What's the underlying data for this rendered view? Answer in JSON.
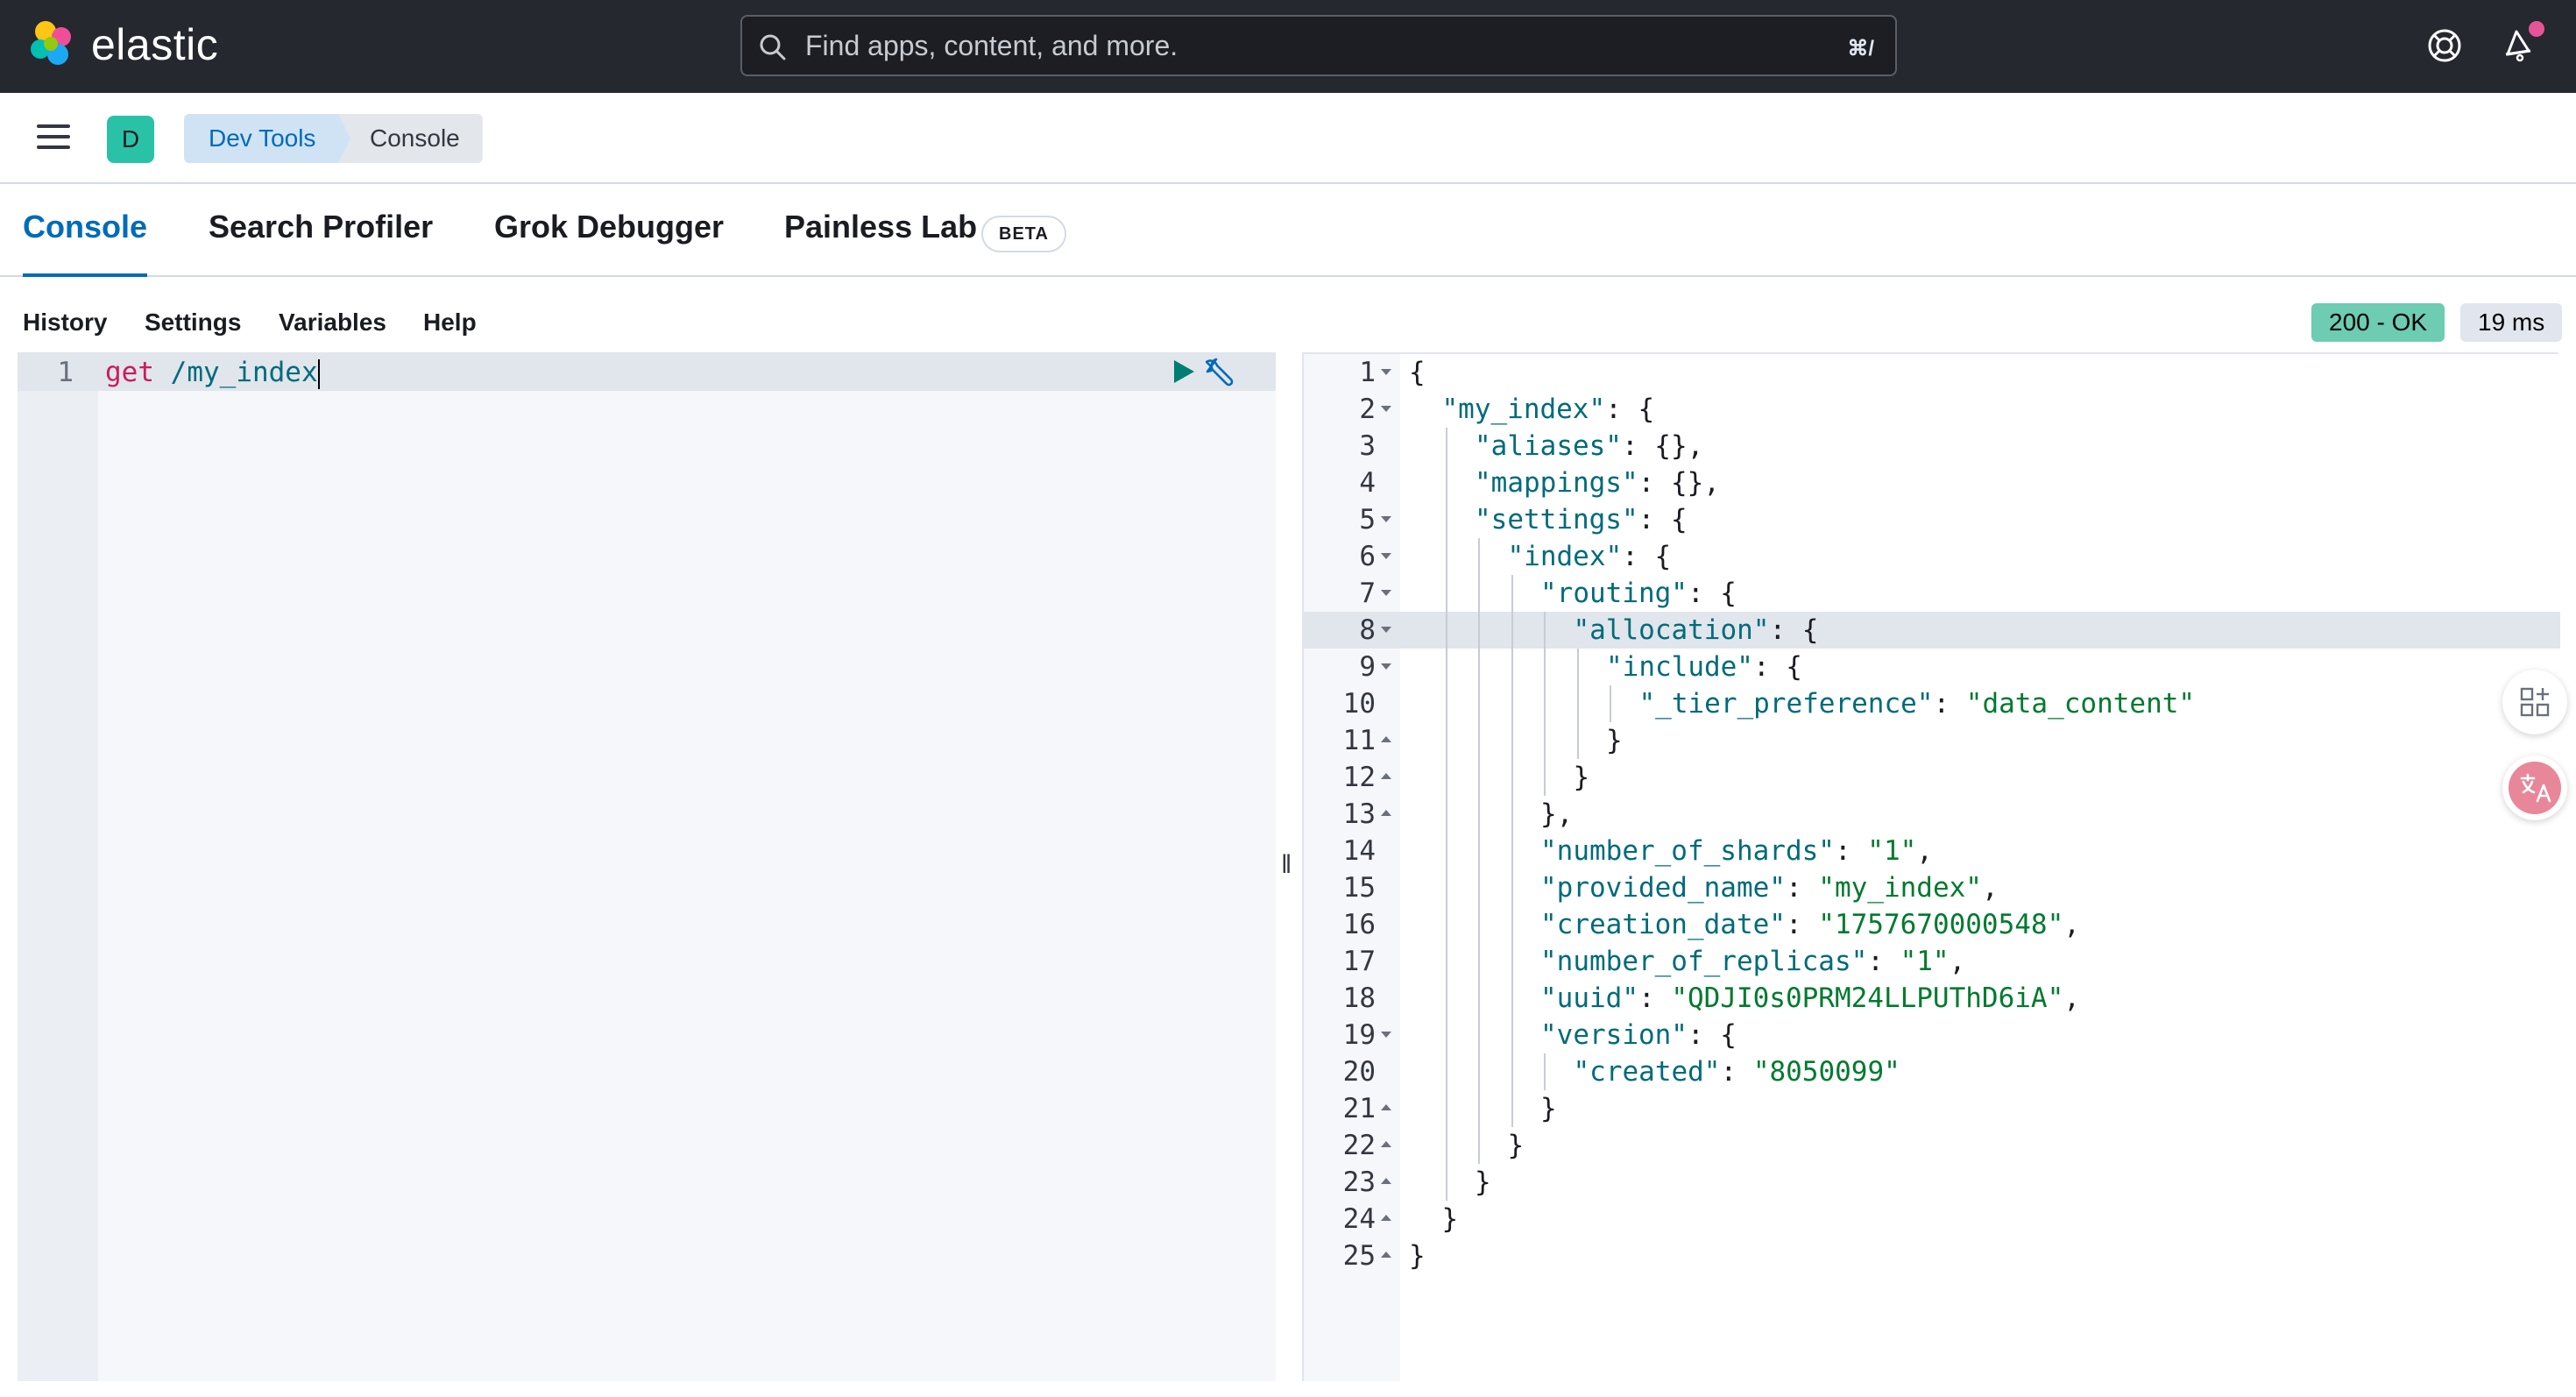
{
  "header": {
    "brand": "elastic",
    "search_placeholder": "Find apps, content, and more.",
    "search_shortcut": "⌘/"
  },
  "breadcrumb": {
    "space_initial": "D",
    "items": [
      "Dev Tools",
      "Console"
    ]
  },
  "tabs": [
    {
      "label": "Console",
      "active": true
    },
    {
      "label": "Search Profiler",
      "active": false
    },
    {
      "label": "Grok Debugger",
      "active": false
    },
    {
      "label": "Painless Lab",
      "active": false,
      "badge": "BETA"
    }
  ],
  "console_toolbar": {
    "items": [
      "History",
      "Settings",
      "Variables",
      "Help"
    ],
    "status": "200 - OK",
    "duration": "19 ms"
  },
  "request_editor": {
    "line_number": "1",
    "method": "get",
    "path": " /my_index"
  },
  "response_editor": {
    "active_line": 8,
    "lines": [
      {
        "n": "1",
        "fold": "open",
        "depth": 0,
        "parts": [
          [
            "p",
            "{"
          ]
        ]
      },
      {
        "n": "2",
        "fold": "open",
        "depth": 1,
        "parts": [
          [
            "k",
            "\"my_index\""
          ],
          [
            "p",
            ": {"
          ]
        ]
      },
      {
        "n": "3",
        "fold": "",
        "depth": 2,
        "parts": [
          [
            "k",
            "\"aliases\""
          ],
          [
            "p",
            ": {},"
          ]
        ]
      },
      {
        "n": "4",
        "fold": "",
        "depth": 2,
        "parts": [
          [
            "k",
            "\"mappings\""
          ],
          [
            "p",
            ": {},"
          ]
        ]
      },
      {
        "n": "5",
        "fold": "open",
        "depth": 2,
        "parts": [
          [
            "k",
            "\"settings\""
          ],
          [
            "p",
            ": {"
          ]
        ]
      },
      {
        "n": "6",
        "fold": "open",
        "depth": 3,
        "parts": [
          [
            "k",
            "\"index\""
          ],
          [
            "p",
            ": {"
          ]
        ]
      },
      {
        "n": "7",
        "fold": "open",
        "depth": 4,
        "parts": [
          [
            "k",
            "\"routing\""
          ],
          [
            "p",
            ": {"
          ]
        ]
      },
      {
        "n": "8",
        "fold": "open",
        "depth": 5,
        "parts": [
          [
            "k",
            "\"allocation\""
          ],
          [
            "p",
            ": {"
          ]
        ]
      },
      {
        "n": "9",
        "fold": "open",
        "depth": 6,
        "parts": [
          [
            "k",
            "\"include\""
          ],
          [
            "p",
            ": {"
          ]
        ]
      },
      {
        "n": "10",
        "fold": "",
        "depth": 7,
        "parts": [
          [
            "k",
            "\"_tier_preference\""
          ],
          [
            "p",
            ": "
          ],
          [
            "s",
            "\"data_content\""
          ]
        ]
      },
      {
        "n": "11",
        "fold": "close",
        "depth": 6,
        "parts": [
          [
            "p",
            "}"
          ]
        ]
      },
      {
        "n": "12",
        "fold": "close",
        "depth": 5,
        "parts": [
          [
            "p",
            "}"
          ]
        ]
      },
      {
        "n": "13",
        "fold": "close",
        "depth": 4,
        "parts": [
          [
            "p",
            "},"
          ]
        ]
      },
      {
        "n": "14",
        "fold": "",
        "depth": 4,
        "parts": [
          [
            "k",
            "\"number_of_shards\""
          ],
          [
            "p",
            ": "
          ],
          [
            "s",
            "\"1\""
          ],
          [
            "p",
            ","
          ]
        ]
      },
      {
        "n": "15",
        "fold": "",
        "depth": 4,
        "parts": [
          [
            "k",
            "\"provided_name\""
          ],
          [
            "p",
            ": "
          ],
          [
            "s",
            "\"my_index\""
          ],
          [
            "p",
            ","
          ]
        ]
      },
      {
        "n": "16",
        "fold": "",
        "depth": 4,
        "parts": [
          [
            "k",
            "\"creation_date\""
          ],
          [
            "p",
            ": "
          ],
          [
            "s",
            "\"1757670000548\""
          ],
          [
            "p",
            ","
          ]
        ]
      },
      {
        "n": "17",
        "fold": "",
        "depth": 4,
        "parts": [
          [
            "k",
            "\"number_of_replicas\""
          ],
          [
            "p",
            ": "
          ],
          [
            "s",
            "\"1\""
          ],
          [
            "p",
            ","
          ]
        ]
      },
      {
        "n": "18",
        "fold": "",
        "depth": 4,
        "parts": [
          [
            "k",
            "\"uuid\""
          ],
          [
            "p",
            ": "
          ],
          [
            "s",
            "\"QDJI0s0PRM24LLPUThD6iA\""
          ],
          [
            "p",
            ","
          ]
        ]
      },
      {
        "n": "19",
        "fold": "open",
        "depth": 4,
        "parts": [
          [
            "k",
            "\"version\""
          ],
          [
            "p",
            ": {"
          ]
        ]
      },
      {
        "n": "20",
        "fold": "",
        "depth": 5,
        "parts": [
          [
            "k",
            "\"created\""
          ],
          [
            "p",
            ": "
          ],
          [
            "s",
            "\"8050099\""
          ]
        ]
      },
      {
        "n": "21",
        "fold": "close",
        "depth": 4,
        "parts": [
          [
            "p",
            "}"
          ]
        ]
      },
      {
        "n": "22",
        "fold": "close",
        "depth": 3,
        "parts": [
          [
            "p",
            "}"
          ]
        ]
      },
      {
        "n": "23",
        "fold": "close",
        "depth": 2,
        "parts": [
          [
            "p",
            "}"
          ]
        ]
      },
      {
        "n": "24",
        "fold": "close",
        "depth": 1,
        "parts": [
          [
            "p",
            "}"
          ]
        ]
      },
      {
        "n": "25",
        "fold": "close",
        "depth": 0,
        "parts": [
          [
            "p",
            "}"
          ]
        ]
      }
    ]
  },
  "colors": {
    "header_bg": "#25282f",
    "accent": "#006bb8",
    "status_ok": "#6dccb1",
    "json_key": "#006b7a",
    "json_string": "#007a2f",
    "request_method": "#c61e5e"
  },
  "icons": [
    "elastic-logo-icon",
    "search-icon",
    "help-icon",
    "newsfeed-icon",
    "menu-icon",
    "run-icon",
    "wrench-icon",
    "grid-icon",
    "translate-icon"
  ]
}
